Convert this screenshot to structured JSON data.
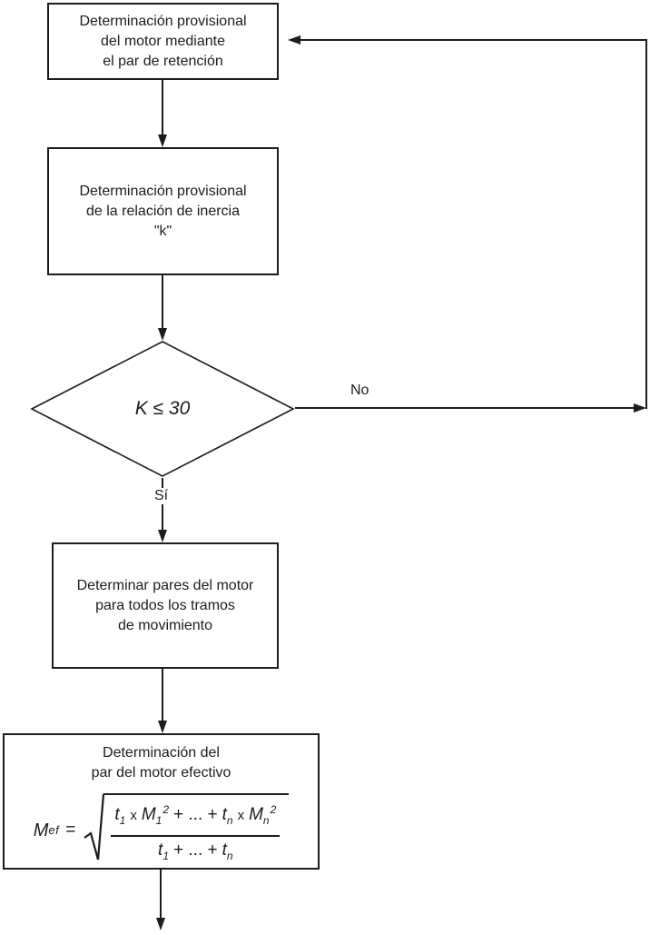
{
  "colors": {
    "line": "#1c1c1c",
    "background": "#ffffff"
  },
  "flowchart": {
    "box1": {
      "lines": [
        "Determinación provisional",
        "del motor mediante",
        "el par de retención"
      ]
    },
    "box2": {
      "lines": [
        "Determinación provisional",
        "de la relación de inercia",
        "\"k\""
      ]
    },
    "decision": {
      "label": "K ≤ 30"
    },
    "branches": {
      "no": "No",
      "yes": "Sí"
    },
    "box3": {
      "lines": [
        "Determinar pares del motor",
        "para todos los tramos",
        "de movimiento"
      ]
    },
    "box4": {
      "title_lines": [
        "Determinación del",
        "par del motor efectivo"
      ],
      "formula": {
        "lhs_base": "M",
        "lhs_sub": "ef",
        "equals": "=",
        "num": {
          "t1": "t",
          "t1_sub": "1",
          "times1": "x",
          "M1": "M",
          "M1_sub": "1",
          "M1_sup": "2",
          "mid": "+ ... +",
          "tn": "t",
          "tn_sub": "n",
          "times2": "x",
          "Mn": "M",
          "Mn_sub": "n",
          "Mn_sup": "2"
        },
        "den": {
          "t1": "t",
          "t1_sub": "1",
          "mid": "+ ... +",
          "tn": "t",
          "tn_sub": "n"
        }
      }
    }
  }
}
